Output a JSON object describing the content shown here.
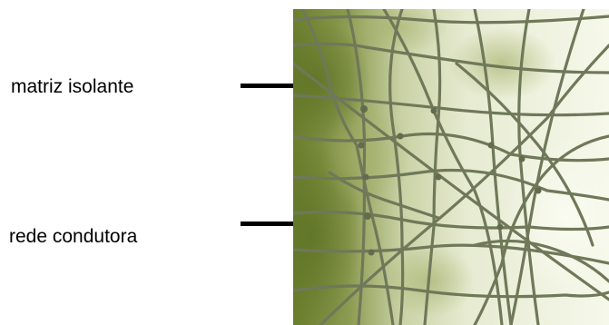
{
  "labels": {
    "insulating_matrix": "matriz isolante",
    "conductive_network": "rede condutora"
  },
  "micrograph": {
    "description_icon": "micrograph-image",
    "colors": {
      "matrix_dark": "#6b7e2c",
      "matrix_light": "#eef1de",
      "background_pale": "#f6f8ea",
      "fiber": "#6f7859"
    }
  }
}
